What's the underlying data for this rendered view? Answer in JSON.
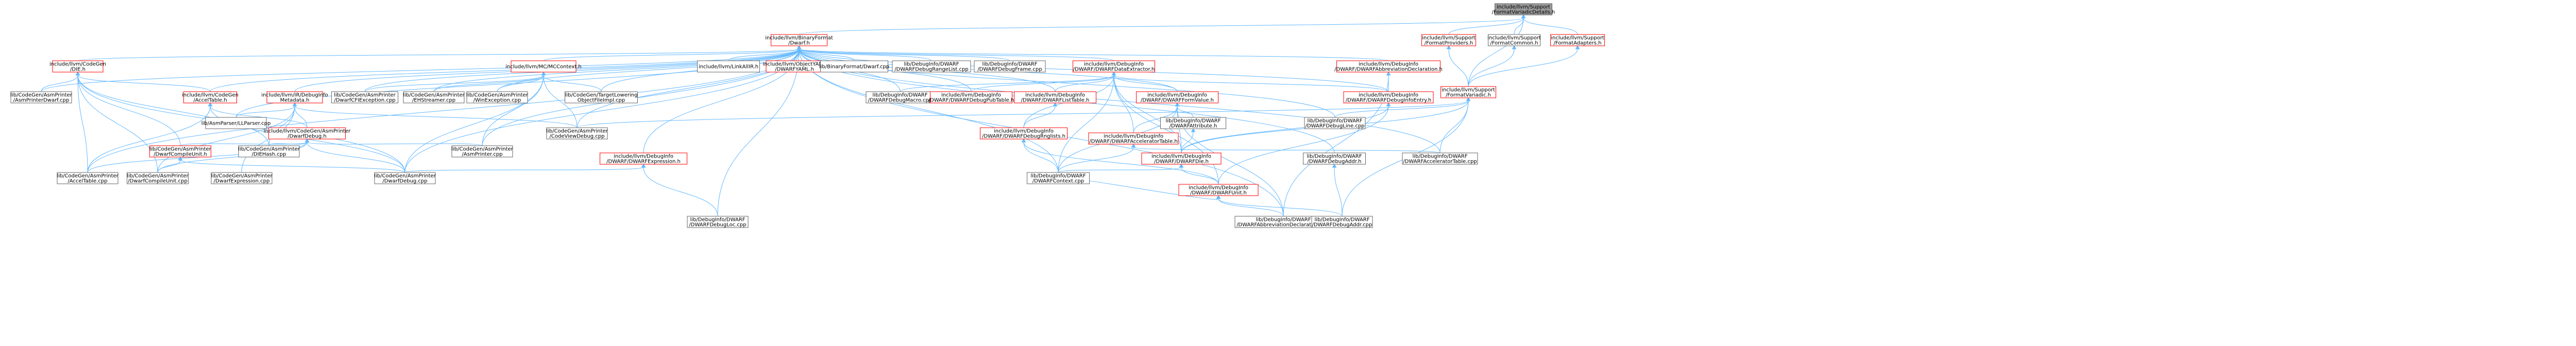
{
  "graph": {
    "colors": {
      "root_fill": "#999999",
      "root_stroke": "#666666",
      "normal_fill": "#ffffff",
      "normal_stroke": "#666666",
      "cycle_stroke": "#ff0000",
      "text": "#000000",
      "edge": "#63b8ff"
    },
    "nodes": [
      {
        "id": "n0",
        "lines": [
          "include/llvm/Support",
          "/FormatVariadicDetails.h"
        ],
        "kind": "root"
      },
      {
        "id": "n1",
        "lines": [
          "include/llvm/BinaryFormat",
          "/Dwarf.h"
        ],
        "kind": "cycle"
      },
      {
        "id": "n2",
        "lines": [
          "include/llvm/Support",
          "/FormatProviders.h"
        ],
        "kind": "cycle"
      },
      {
        "id": "n3",
        "lines": [
          "include/llvm/Support",
          "/FormatCommon.h"
        ],
        "kind": "normal"
      },
      {
        "id": "n4",
        "lines": [
          "include/llvm/Support",
          "/FormatAdapters.h"
        ],
        "kind": "cycle"
      },
      {
        "id": "n5",
        "lines": [
          "include/llvm/Support",
          "/FormatVariadic.h"
        ],
        "kind": "cycle"
      },
      {
        "id": "n6",
        "lines": [
          "include/llvm/CodeGen",
          "/DIE.h"
        ],
        "kind": "cycle"
      },
      {
        "id": "n7",
        "lines": [
          "include/llvm/MC/MCContext.h"
        ],
        "kind": "cycle"
      },
      {
        "id": "n8",
        "lines": [
          "include/llvm/LinkAllIR.h"
        ],
        "kind": "normal"
      },
      {
        "id": "n9",
        "lines": [
          "include/llvm/ObjectYAML",
          "/DWARFYAML.h"
        ],
        "kind": "cycle"
      },
      {
        "id": "n10",
        "lines": [
          "lib/BinaryFormat/Dwarf.cpp"
        ],
        "kind": "normal"
      },
      {
        "id": "n11",
        "lines": [
          "lib/DebugInfo/DWARF",
          "/DWARFDebugRangeList.cpp"
        ],
        "kind": "normal"
      },
      {
        "id": "n12",
        "lines": [
          "lib/DebugInfo/DWARF",
          "/DWARFDebugFrame.cpp"
        ],
        "kind": "normal"
      },
      {
        "id": "n13",
        "lines": [
          "include/llvm/DebugInfo",
          "/DWARF/DWARFDataExtractor.h"
        ],
        "kind": "cycle"
      },
      {
        "id": "n14",
        "lines": [
          "include/llvm/DebugInfo",
          "/DWARF/DWARFAbbreviationDeclaration.h"
        ],
        "kind": "cycle"
      },
      {
        "id": "n15",
        "lines": [
          "lib/CodeGen/AsmPrinter",
          "/AsmPrinterDwarf.cpp"
        ],
        "kind": "normal"
      },
      {
        "id": "n16",
        "lines": [
          "include/llvm/CodeGen",
          "/AccelTable.h"
        ],
        "kind": "cycle"
      },
      {
        "id": "n17",
        "lines": [
          "include/llvm/IR/DebugInfo",
          "Metadata.h"
        ],
        "kind": "cycle"
      },
      {
        "id": "n18",
        "lines": [
          "lib/CodeGen/AsmPrinter",
          "/DwarfCFIException.cpp"
        ],
        "kind": "normal"
      },
      {
        "id": "n19",
        "lines": [
          "lib/CodeGen/AsmPrinter",
          "/EHStreamer.cpp"
        ],
        "kind": "normal"
      },
      {
        "id": "n20",
        "lines": [
          "lib/CodeGen/AsmPrinter",
          "/WinException.cpp"
        ],
        "kind": "normal"
      },
      {
        "id": "n21",
        "lines": [
          "lib/CodeGen/TargetLowering",
          "ObjectFileImpl.cpp"
        ],
        "kind": "normal"
      },
      {
        "id": "n22",
        "lines": [
          "lib/DebugInfo/DWARF",
          "/DWARFDebugMacro.cpp"
        ],
        "kind": "normal"
      },
      {
        "id": "n23",
        "lines": [
          "include/llvm/DebugInfo",
          "/DWARF/DWARFDebugPubTable.h"
        ],
        "kind": "cycle"
      },
      {
        "id": "n24",
        "lines": [
          "include/llvm/DebugInfo",
          "/DWARF/DWARFListTable.h"
        ],
        "kind": "cycle"
      },
      {
        "id": "n25",
        "lines": [
          "include/llvm/DebugInfo",
          "/DWARF/DWARFFormValue.h"
        ],
        "kind": "cycle"
      },
      {
        "id": "n26",
        "lines": [
          "include/llvm/DebugInfo",
          "/DWARF/DWARFDebugInfoEntry.h"
        ],
        "kind": "cycle"
      },
      {
        "id": "n27",
        "lines": [
          "lib/AsmParser/LLParser.cpp"
        ],
        "kind": "normal"
      },
      {
        "id": "n28",
        "lines": [
          "include/llvm/CodeGen/AsmPrinter",
          "/DwarfDebug.h"
        ],
        "kind": "cycle"
      },
      {
        "id": "n29",
        "lines": [
          "lib/CodeGen/AsmPrinter",
          "/CodeViewDebug.cpp"
        ],
        "kind": "normal"
      },
      {
        "id": "n30",
        "lines": [
          "include/llvm/DebugInfo",
          "/DWARF/DWARFDebugRnglists.h"
        ],
        "kind": "cycle"
      },
      {
        "id": "n31",
        "lines": [
          "include/llvm/DebugInfo",
          "/DWARF/DWARFAcceleratorTable.h"
        ],
        "kind": "cycle"
      },
      {
        "id": "n32",
        "lines": [
          "lib/DebugInfo/DWARF",
          "/DWARFAttribute.h"
        ],
        "kind": "normal"
      },
      {
        "id": "n33",
        "lines": [
          "lib/DebugInfo/DWARF",
          "/DWARFDebugLine.cpp"
        ],
        "kind": "normal"
      },
      {
        "id": "n34",
        "lines": [
          "lib/CodeGen/AsmPrinter",
          "/DwarfCompileUnit.h"
        ],
        "kind": "cycle"
      },
      {
        "id": "n35",
        "lines": [
          "lib/CodeGen/AsmPrinter",
          "/DIEHash.cpp"
        ],
        "kind": "normal"
      },
      {
        "id": "n36",
        "lines": [
          "lib/CodeGen/AsmPrinter",
          "/AsmPrinter.cpp"
        ],
        "kind": "normal"
      },
      {
        "id": "n37",
        "lines": [
          "include/llvm/DebugInfo",
          "/DWARF/DWARFExpression.h"
        ],
        "kind": "cycle"
      },
      {
        "id": "n38",
        "lines": [
          "include/llvm/DebugInfo",
          "/DWARF/DWARFDie.h"
        ],
        "kind": "cycle"
      },
      {
        "id": "n39",
        "lines": [
          "lib/DebugInfo/DWARF",
          "/DWARFDebugAddr.h"
        ],
        "kind": "normal"
      },
      {
        "id": "n40",
        "lines": [
          "lib/DebugInfo/DWARF",
          "/DWARFAcceleratorTable.cpp"
        ],
        "kind": "normal"
      },
      {
        "id": "n41",
        "lines": [
          "lib/CodeGen/AsmPrinter",
          "/AccelTable.cpp"
        ],
        "kind": "normal"
      },
      {
        "id": "n42",
        "lines": [
          "lib/CodeGen/AsmPrinter",
          "/DwarfCompileUnit.cpp"
        ],
        "kind": "normal"
      },
      {
        "id": "n43",
        "lines": [
          "lib/CodeGen/AsmPrinter",
          "/DwarfExpression.cpp"
        ],
        "kind": "normal"
      },
      {
        "id": "n44",
        "lines": [
          "lib/CodeGen/AsmPrinter",
          "/DwarfDebug.cpp"
        ],
        "kind": "normal"
      },
      {
        "id": "n45",
        "lines": [
          "lib/DebugInfo/DWARF",
          "/DWARFContext.cpp"
        ],
        "kind": "normal"
      },
      {
        "id": "n46",
        "lines": [
          "include/llvm/DebugInfo",
          "/DWARF/DWARFUnit.h"
        ],
        "kind": "cycle"
      },
      {
        "id": "n47",
        "lines": [
          "lib/DebugInfo/DWARF",
          "/DWARFDebugLoc.cpp"
        ],
        "kind": "normal"
      },
      {
        "id": "n48",
        "lines": [
          "lib/DebugInfo/DWARF",
          "/DWARFAbbreviationDeclaration.cpp"
        ],
        "kind": "normal"
      },
      {
        "id": "n49",
        "lines": [
          "lib/DebugInfo/DWARF",
          "/DWARFDebugAddr.cpp"
        ],
        "kind": "normal"
      }
    ],
    "edges": [
      [
        "n0",
        "n1"
      ],
      [
        "n0",
        "n2"
      ],
      [
        "n0",
        "n3"
      ],
      [
        "n0",
        "n4"
      ],
      [
        "n0",
        "n5"
      ],
      [
        "n2",
        "n5"
      ],
      [
        "n3",
        "n5"
      ],
      [
        "n4",
        "n5"
      ],
      [
        "n1",
        "n6"
      ],
      [
        "n1",
        "n7"
      ],
      [
        "n1",
        "n8"
      ],
      [
        "n1",
        "n9"
      ],
      [
        "n1",
        "n10"
      ],
      [
        "n1",
        "n11"
      ],
      [
        "n1",
        "n12"
      ],
      [
        "n1",
        "n13"
      ],
      [
        "n1",
        "n14"
      ],
      [
        "n1",
        "n15"
      ],
      [
        "n1",
        "n16"
      ],
      [
        "n1",
        "n17"
      ],
      [
        "n1",
        "n18"
      ],
      [
        "n1",
        "n19"
      ],
      [
        "n1",
        "n20"
      ],
      [
        "n1",
        "n21"
      ],
      [
        "n1",
        "n22"
      ],
      [
        "n1",
        "n23"
      ],
      [
        "n1",
        "n24"
      ],
      [
        "n1",
        "n25"
      ],
      [
        "n1",
        "n26"
      ],
      [
        "n1",
        "n27"
      ],
      [
        "n1",
        "n29"
      ],
      [
        "n1",
        "n33"
      ],
      [
        "n1",
        "n36"
      ],
      [
        "n1",
        "n37"
      ],
      [
        "n1",
        "n41"
      ],
      [
        "n1",
        "n44"
      ],
      [
        "n1",
        "n45"
      ],
      [
        "n1",
        "n47"
      ],
      [
        "n1",
        "n40"
      ],
      [
        "n1",
        "n48"
      ],
      [
        "n1",
        "n39"
      ],
      [
        "n6",
        "n15"
      ],
      [
        "n6",
        "n16"
      ],
      [
        "n6",
        "n34"
      ],
      [
        "n6",
        "n41"
      ],
      [
        "n6",
        "n42"
      ],
      [
        "n6",
        "n44"
      ],
      [
        "n6",
        "n35"
      ],
      [
        "n7",
        "n18"
      ],
      [
        "n7",
        "n19"
      ],
      [
        "n7",
        "n20"
      ],
      [
        "n7",
        "n21"
      ],
      [
        "n7",
        "n29"
      ],
      [
        "n7",
        "n36"
      ],
      [
        "n7",
        "n44"
      ],
      [
        "n16",
        "n28"
      ],
      [
        "n16",
        "n41"
      ],
      [
        "n16",
        "n44"
      ],
      [
        "n17",
        "n27"
      ],
      [
        "n17",
        "n28"
      ],
      [
        "n17",
        "n29"
      ],
      [
        "n17",
        "n35"
      ],
      [
        "n17",
        "n42"
      ],
      [
        "n17",
        "n43"
      ],
      [
        "n28",
        "n34"
      ],
      [
        "n28",
        "n36"
      ],
      [
        "n28",
        "n41"
      ],
      [
        "n28",
        "n42"
      ],
      [
        "n28",
        "n44"
      ],
      [
        "n28",
        "n35"
      ],
      [
        "n34",
        "n42"
      ],
      [
        "n34",
        "n44"
      ],
      [
        "n13",
        "n22"
      ],
      [
        "n13",
        "n23"
      ],
      [
        "n13",
        "n24"
      ],
      [
        "n13",
        "n25"
      ],
      [
        "n13",
        "n26"
      ],
      [
        "n13",
        "n30"
      ],
      [
        "n13",
        "n31"
      ],
      [
        "n13",
        "n38"
      ],
      [
        "n13",
        "n46"
      ],
      [
        "n13",
        "n45"
      ],
      [
        "n14",
        "n26"
      ],
      [
        "n14",
        "n48"
      ],
      [
        "n24",
        "n30"
      ],
      [
        "n25",
        "n31"
      ],
      [
        "n25",
        "n32"
      ],
      [
        "n25",
        "n38"
      ],
      [
        "n25",
        "n45"
      ],
      [
        "n25",
        "n48"
      ],
      [
        "n26",
        "n38"
      ],
      [
        "n26",
        "n46"
      ],
      [
        "n30",
        "n46"
      ],
      [
        "n30",
        "n45"
      ],
      [
        "n31",
        "n40"
      ],
      [
        "n31",
        "n45"
      ],
      [
        "n32",
        "n38"
      ],
      [
        "n37",
        "n44"
      ],
      [
        "n37",
        "n47"
      ],
      [
        "n38",
        "n46"
      ],
      [
        "n38",
        "n45"
      ],
      [
        "n39",
        "n49"
      ],
      [
        "n46",
        "n45"
      ],
      [
        "n46",
        "n48"
      ],
      [
        "n46",
        "n49"
      ],
      [
        "n5",
        "n33"
      ],
      [
        "n5",
        "n38"
      ],
      [
        "n5",
        "n40"
      ],
      [
        "n5",
        "n29"
      ],
      [
        "n5",
        "n49"
      ]
    ]
  }
}
